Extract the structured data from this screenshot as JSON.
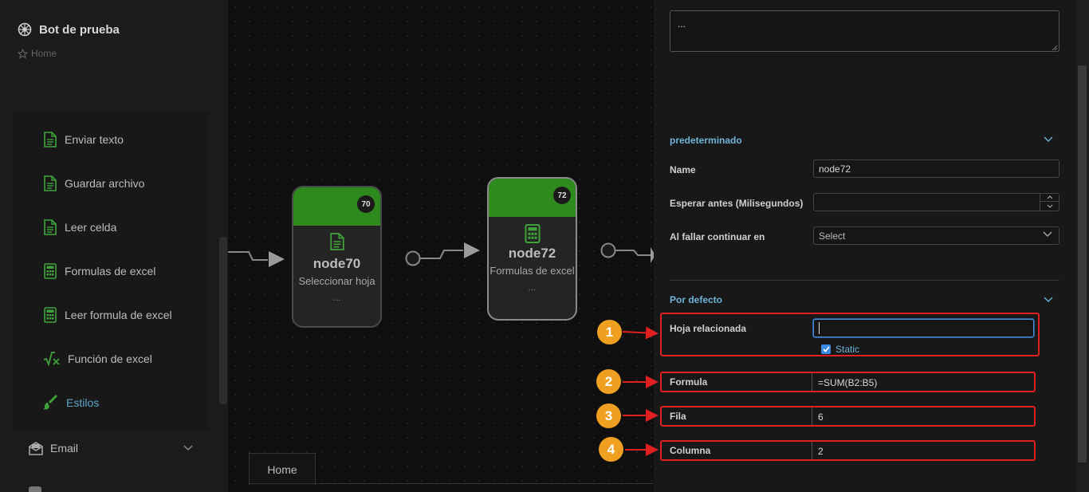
{
  "app": {
    "title": "Bot de prueba",
    "breadcrumb": "Home"
  },
  "sidebar": {
    "items": [
      {
        "label": "Enviar texto",
        "icon": "file-text-icon"
      },
      {
        "label": "Guardar archivo",
        "icon": "file-text-icon"
      },
      {
        "label": "Leer celda",
        "icon": "file-text-icon"
      },
      {
        "label": "Formulas de excel",
        "icon": "calculator-icon"
      },
      {
        "label": "Leer formula de excel",
        "icon": "calculator-icon"
      },
      {
        "label": "Función de excel",
        "icon": "square-root-icon"
      },
      {
        "label": "Estilos",
        "icon": "brush-icon"
      }
    ],
    "email_label": "Email"
  },
  "canvas": {
    "nodes": [
      {
        "badge": "70",
        "title": "node70",
        "subtitle": "Seleccionar hoja",
        "dots": "..."
      },
      {
        "badge": "72",
        "title": "node72",
        "subtitle": "Formulas de excel",
        "dots": "..."
      }
    ],
    "home_tab": "Home"
  },
  "panel": {
    "textarea_value": "...",
    "section1": {
      "title": "predeterminado",
      "name_label": "Name",
      "name_value": "node72",
      "wait_label": "Esperar antes (Milisegundos)",
      "wait_value": "",
      "fail_label": "Al fallar continuar en",
      "fail_value": "Select"
    },
    "section2": {
      "title": "Por defecto",
      "sheet_label": "Hoja relacionada",
      "sheet_value": "",
      "static_label": "Static",
      "static_checked": true,
      "formula_label": "Formula",
      "formula_value": "=SUM(B2:B5)",
      "row_label": "Fila",
      "row_value": "6",
      "col_label": "Columna",
      "col_value": "2"
    }
  },
  "annotations": [
    "1",
    "2",
    "3",
    "4"
  ],
  "colors": {
    "node_header": "#2f8a1e",
    "icon_green": "#3fa33a",
    "accent_blue": "#6fb3d8",
    "highlight_red": "#e02020",
    "annotation_orange": "#f0a020"
  }
}
